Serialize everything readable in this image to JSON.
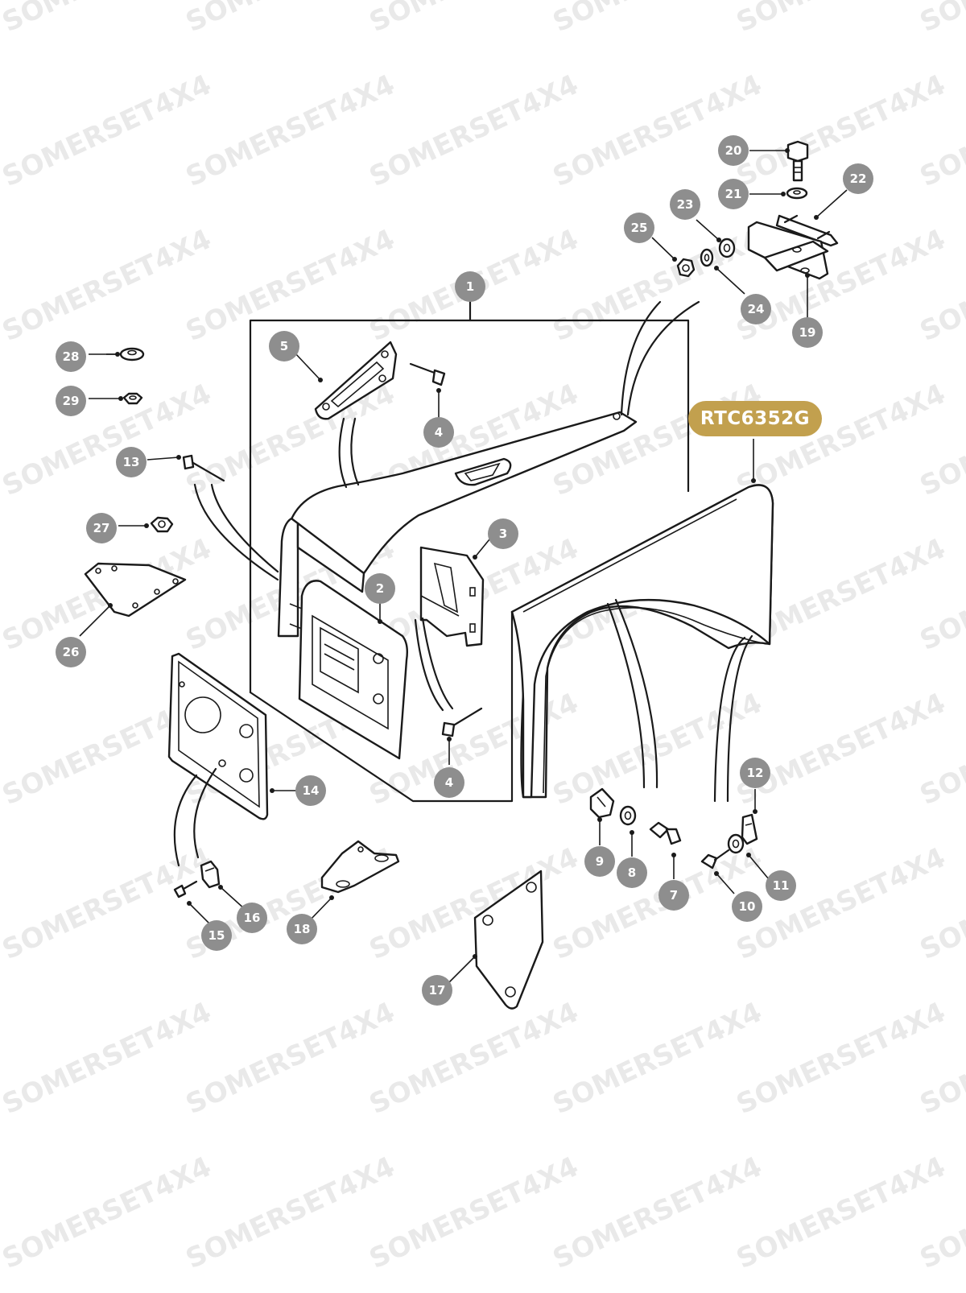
{
  "watermark": "SOMERSET4X4",
  "part_number": "RTC6352G",
  "colors": {
    "badge": "#c2a04e",
    "callout": "#8e8e8e",
    "line": "#1a1a1a",
    "watermark": "#e9e9e9"
  },
  "callouts": {
    "c1": "1",
    "c2": "2",
    "c3": "3",
    "c4a": "4",
    "c4b": "4",
    "c5": "5",
    "c7": "7",
    "c8": "8",
    "c9": "9",
    "c10": "10",
    "c11": "11",
    "c12": "12",
    "c13": "13",
    "c14": "14",
    "c15": "15",
    "c16": "16",
    "c17": "17",
    "c18": "18",
    "c19": "19",
    "c20": "20",
    "c21": "21",
    "c22": "22",
    "c23": "23",
    "c24": "24",
    "c25": "25",
    "c26": "26",
    "c27": "27",
    "c28": "28",
    "c29": "29"
  }
}
